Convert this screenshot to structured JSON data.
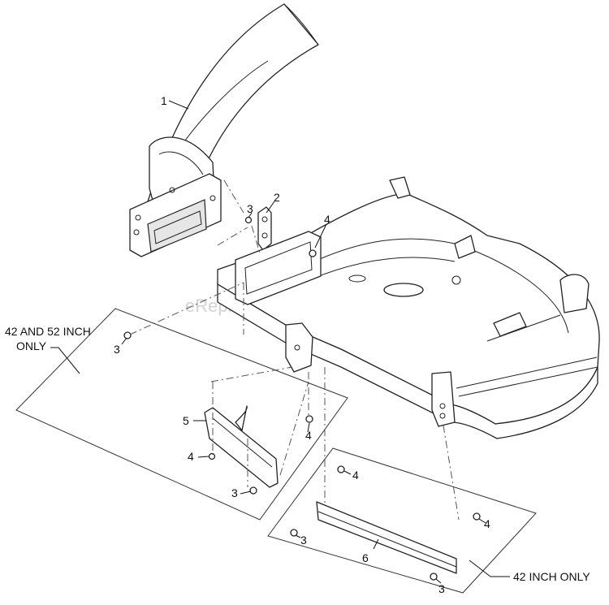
{
  "watermark": "eReplacementParts.com",
  "callouts": {
    "c1": "1",
    "c2": "2",
    "c3a": "3",
    "c4a": "4",
    "c3b": "3",
    "c4b": "4",
    "c5": "5",
    "c4c": "4",
    "c3c": "3",
    "c4d": "4",
    "c4e": "4",
    "c3d": "3",
    "c6": "6",
    "c3e": "3"
  },
  "notes": {
    "left_line1": "42 AND 52 INCH",
    "left_line2": "ONLY",
    "right": "42 INCH ONLY"
  }
}
